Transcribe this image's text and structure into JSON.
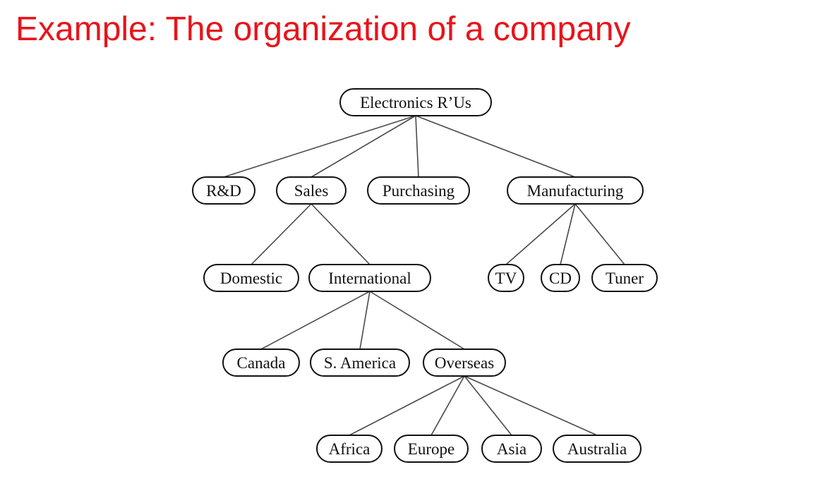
{
  "title": "Example: The organization of a company",
  "tree": {
    "label": "Electronics R’Us",
    "children": [
      {
        "label": "R&D",
        "children": []
      },
      {
        "label": "Sales",
        "children": [
          {
            "label": "Domestic",
            "children": []
          },
          {
            "label": "International",
            "children": [
              {
                "label": "Canada",
                "children": []
              },
              {
                "label": "S. America",
                "children": []
              },
              {
                "label": "Overseas",
                "children": [
                  {
                    "label": "Africa",
                    "children": []
                  },
                  {
                    "label": "Europe",
                    "children": []
                  },
                  {
                    "label": "Asia",
                    "children": []
                  },
                  {
                    "label": "Australia",
                    "children": []
                  }
                ]
              }
            ]
          }
        ]
      },
      {
        "label": "Purchasing",
        "children": []
      },
      {
        "label": "Manufacturing",
        "children": [
          {
            "label": "TV",
            "children": []
          },
          {
            "label": "CD",
            "children": []
          },
          {
            "label": "Tuner",
            "children": []
          }
        ]
      }
    ]
  }
}
